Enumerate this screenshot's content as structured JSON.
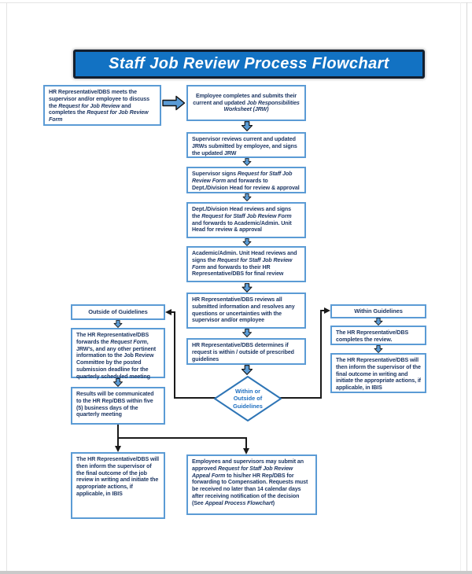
{
  "page": {
    "title_banner": "Staff Job Review Process Flowchart"
  },
  "colors": {
    "banner_bg": "#1272c3",
    "banner_border": "#131f2e",
    "box_border": "#5b9bd5",
    "box_text": "#1f3864",
    "diamond_border": "#2e75b6",
    "diamond_text": "#1e6fc0",
    "block_arrow_fill": "#5b9bd5",
    "block_arrow_outline": "#111111",
    "connector": "#1a1a1a"
  },
  "icons": {
    "flow_arrow_right": "block-arrow-right",
    "flow_arrow_down": "block-arrow-down"
  },
  "flow": {
    "start": {
      "segments": [
        {
          "t": "HR Representative/DBS meets the supervisor and/or employee to discuss the "
        },
        {
          "t": "Request for Job Review",
          "i": true
        },
        {
          "t": " and completes the "
        },
        {
          "t": "Request for Job Review Form",
          "i": true
        }
      ]
    },
    "center": [
      {
        "name": "employee-submits-jrw",
        "segments": [
          {
            "t": "Employee completes and submits their current and updated "
          },
          {
            "t": "Job Responsibilities Worksheet (JRW)",
            "i": true
          }
        ]
      },
      {
        "name": "supervisor-reviews-jrw",
        "segments": [
          {
            "t": "Supervisor reviews current and updated JRWs submitted by employee, and signs the updated JRW"
          }
        ]
      },
      {
        "name": "supervisor-signs-form",
        "segments": [
          {
            "t": "Supervisor signs "
          },
          {
            "t": "Request for Staff Job Review Form",
            "i": true
          },
          {
            "t": " and forwards to Dept./Division Head for review & approval"
          }
        ]
      },
      {
        "name": "division-head-reviews",
        "segments": [
          {
            "t": "Dept./Division Head reviews and signs the "
          },
          {
            "t": "Request for Staff Job Review Form",
            "i": true
          },
          {
            "t": " and forwards to Academic/Admin. Unit Head for review & approval"
          }
        ]
      },
      {
        "name": "unit-head-reviews",
        "segments": [
          {
            "t": "Academic/Admin. Unit Head reviews and signs the "
          },
          {
            "t": "Request for Staff Job Review Form",
            "i": true
          },
          {
            "t": " and forwards to their HR Representative/DBS for final review"
          }
        ]
      },
      {
        "name": "hr-reviews-all",
        "segments": [
          {
            "t": "HR Representative/DBS reviews all submitted information and resolves any questions or uncertainties with the supervisor and/or employee"
          }
        ]
      },
      {
        "name": "hr-determines",
        "segments": [
          {
            "t": "HR Representative/DBS determines if request is within / outside of prescribed guidelines"
          }
        ]
      }
    ],
    "diamond": {
      "lines": [
        "Within or",
        "Outside of",
        "Guidelines"
      ]
    },
    "left_branch": {
      "header": "Outside of Guidelines",
      "forward": {
        "segments": [
          {
            "t": "The HR Representative/DBS forwards the "
          },
          {
            "t": "Request Form",
            "i": true
          },
          {
            "t": ", JRW's, and any other pertinent information to the Job Review Committee by the posted submission deadline for the quarterly scheduled meeting"
          }
        ]
      },
      "results": {
        "segments": [
          {
            "t": "Results will be communicated to the HR Rep/DBS within five (5) business days of the quarterly meeting"
          }
        ]
      },
      "outcome": {
        "segments": [
          {
            "t": "The HR Representative/DBS will then inform the supervisor of the final outcome of the job review in writing and initiate the appropriate actions, if applicable, in IBIS"
          }
        ]
      }
    },
    "right_branch": {
      "header": "Within Guidelines",
      "completes": {
        "segments": [
          {
            "t": "The HR Representative/DBS completes the review."
          }
        ]
      },
      "outcome": {
        "segments": [
          {
            "t": "The HR Representative/DBS will then inform the supervisor of the final outcome in writing and initiate the appropriate actions, if applicable, in IBIS"
          }
        ]
      }
    },
    "appeal": {
      "segments": [
        {
          "t": "Employees and supervisors may submit an approved "
        },
        {
          "t": "Request for Staff Job Review Appeal Form",
          "i": true
        },
        {
          "t": " to his/her HR Rep/DBS for forwarding to Compensation. Requests must be received no later than 14 calendar days after receiving notification of the decision (See "
        },
        {
          "t": "Appeal Process Flowchart",
          "i": true
        },
        {
          "t": ")"
        }
      ]
    }
  }
}
